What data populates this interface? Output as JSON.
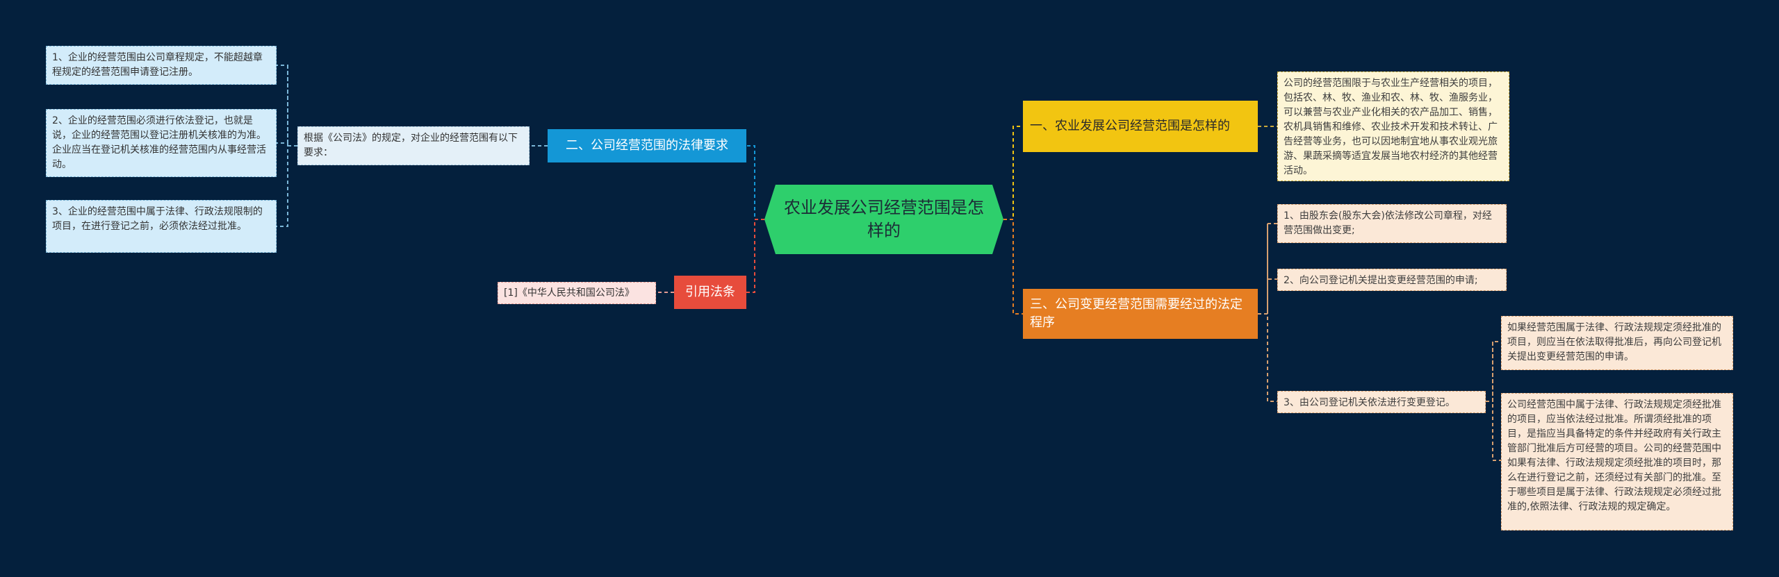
{
  "root": {
    "title": "农业发展公司经营范围是怎样的"
  },
  "branches": {
    "b1": {
      "label": "一、农业发展公司经营范围是怎样的",
      "detail": "公司的经营范围限于与农业生产经营相关的项目，包括农、林、牧、渔业和农、林、牧、渔服务业，可以兼营与农业产业化相关的农产品加工、销售，农机具销售和维修、农业技术开发和技术转让、广告经营等业务，也可以因地制宜地从事农业观光旅游、果蔬采摘等适宜发展当地农村经济的其他经营活动。"
    },
    "b2": {
      "label": "二、公司经营范围的法律要求",
      "lead": "根据《公司法》的规定，对企业的经营范围有以下要求：",
      "items": [
        "1、企业的经营范围由公司章程规定，不能超越章程规定的经营范围申请登记注册。",
        "2、企业的经营范围必须进行依法登记，也就是说，企业的经营范围以登记注册机关核准的为准。企业应当在登记机关核准的经营范围内从事经营活动。",
        "3、企业的经营范围中属于法律、行政法规限制的项目，在进行登记之前，必须依法经过批准。"
      ]
    },
    "b3": {
      "label": "三、公司变更经营范围需要经过的法定程序",
      "items": [
        "1、由股东会(股东大会)依法修改公司章程，对经营范围做出变更;",
        "2、向公司登记机关提出变更经营范围的申请;",
        "3、由公司登记机关依法进行变更登记。"
      ],
      "sub": [
        "如果经营范围属于法律、行政法规规定须经批准的项目，则应当在依法取得批准后，再向公司登记机关提出变更经营范围的申请。",
        "公司经营范围中属于法律、行政法规规定须经批准的项目，应当依法经过批准。所谓须经批准的项目，是指应当具备特定的条件并经政府有关行政主管部门批准后方可经营的项目。公司的经营范围中如果有法律、行政法规规定须经批准的项目时，那么在进行登记之前，还须经过有关部门的批准。至于哪些项目是属于法律、行政法规规定必须经过批准的,依照法律、行政法规的规定确定。"
      ]
    },
    "b4": {
      "label": "引用法条",
      "ref": "[1]《中华人民共和国公司法》"
    }
  },
  "colors": {
    "background": "#04203d",
    "root": "#2ecf6c",
    "yellow": "#f2c511",
    "orange": "#e67e22",
    "blue": "#1497d6",
    "red": "#e74c3c"
  }
}
